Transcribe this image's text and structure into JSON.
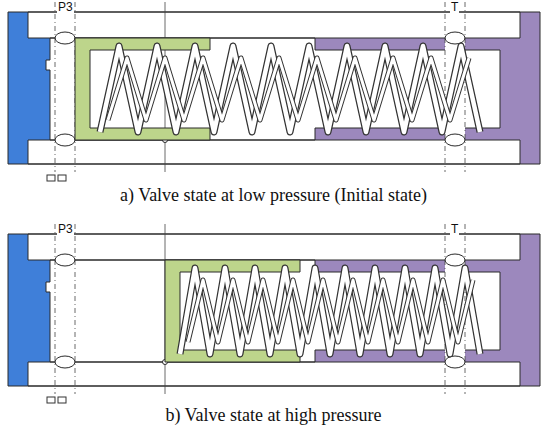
{
  "diagram": {
    "labels": [
      "P3",
      "T",
      "a) Valve state at low pressure (Initial state)",
      "P3",
      "T",
      "b) Valve state at high pressure"
    ]
  }
}
